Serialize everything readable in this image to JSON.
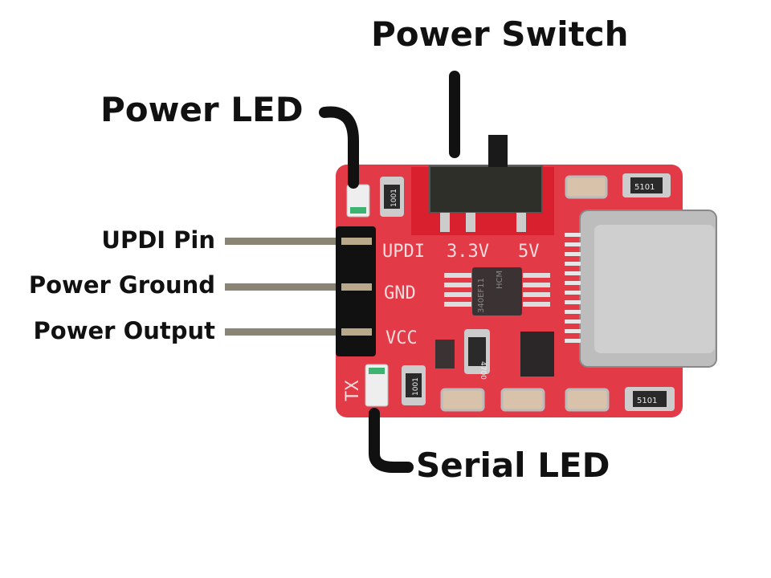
{
  "labels": {
    "power_switch": "Power Switch",
    "power_led": "Power LED",
    "updi_pin": "UPDI Pin",
    "power_ground": "Power Ground",
    "power_output": "Power Output",
    "serial_led": "Serial LED"
  },
  "silkscreen": {
    "updi": "UPDI",
    "v33": "3.3V",
    "v5": "5V",
    "gnd": "GND",
    "vcc": "VCC",
    "tx": "TX"
  },
  "component_markings": {
    "resistor_1": "1001",
    "resistor_2": "5101",
    "resistor_3": "1001",
    "resistor_4": "4700",
    "resistor_5": "5101",
    "chip_line1": "HCM",
    "chip_line2": "340EF11"
  },
  "colors": {
    "board": "#e23a47",
    "silkscreen": "#f6dadc",
    "leader": "#111111"
  }
}
